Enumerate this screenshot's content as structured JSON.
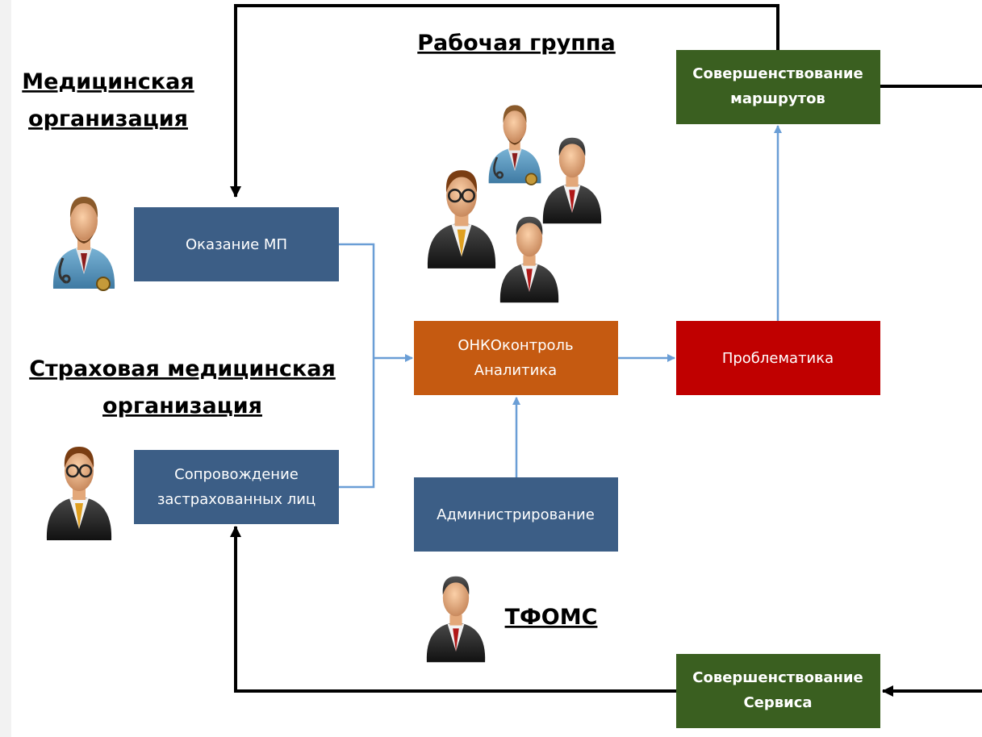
{
  "colors": {
    "blue_box": "#3c5e86",
    "orange_box": "#c55a11",
    "red_box": "#c00000",
    "green_box": "#3a5f20",
    "blue_arrow": "#6a9ed6",
    "black_arrow": "#000000"
  },
  "labels": {
    "working_group": "Рабочая группа",
    "medical_org_line1": "Медицинская",
    "medical_org_line2": "организация",
    "insurance_org_line1": "Страховая медицинская",
    "insurance_org_line2": "организация",
    "tfoms": "ТФОМС"
  },
  "boxes": {
    "medical_care": {
      "line1": "Оказание МП"
    },
    "support": {
      "line1": "Сопровождение",
      "line2": "застрахованных лиц"
    },
    "analytics": {
      "line1": "ОНКОконтроль",
      "line2": "Аналитика"
    },
    "administration": {
      "line1": "Администрирование"
    },
    "problems": {
      "line1": "Проблематика"
    },
    "routes": {
      "line1": "Совершенствование",
      "line2": "маршрутов"
    },
    "service": {
      "line1": "Совершенствование",
      "line2": "Сервиса"
    }
  },
  "icons": [
    "doctor-icon",
    "businessman-icon"
  ]
}
